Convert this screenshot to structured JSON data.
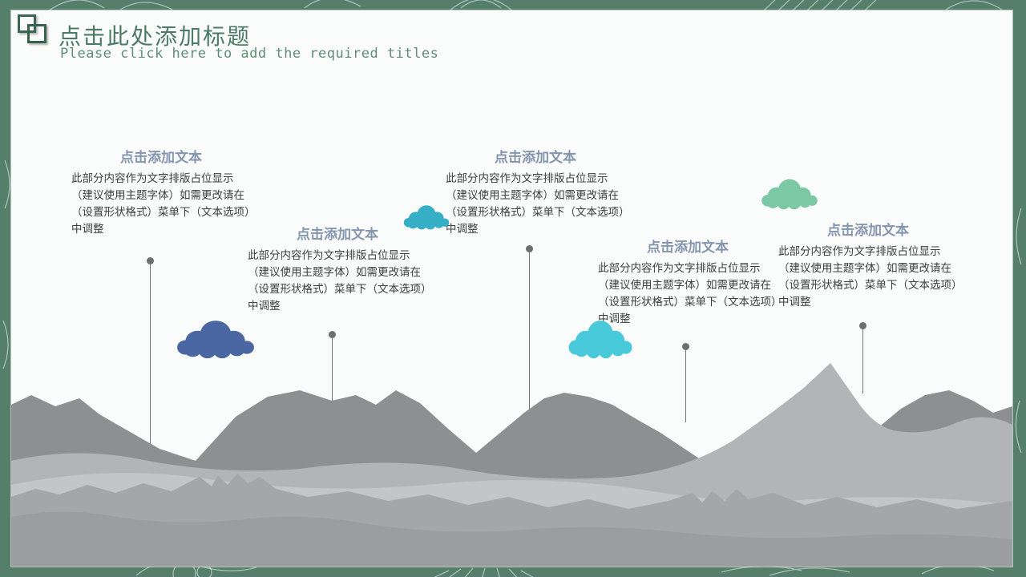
{
  "slide": {
    "title": "点击此处添加标题",
    "subtitle": "Please click here to add the required titles"
  },
  "blocks": [
    {
      "heading": "点击添加文本",
      "body": "此部分内容作为文字排版占位显示（建议使用主题字体）如需更改请在（设置形状格式）菜单下（文本选项）中调整"
    },
    {
      "heading": "点击添加文本",
      "body": "此部分内容作为文字排版占位显示（建议使用主题字体）如需更改请在（设置形状格式）菜单下（文本选项）中调整"
    },
    {
      "heading": "点击添加文本",
      "body": "此部分内容作为文字排版占位显示（建议使用主题字体）如需更改请在（设置形状格式）菜单下（文本选项）中调整"
    },
    {
      "heading": "点击添加文本",
      "body": "此部分内容作为文字排版占位显示（建议使用主题字体）如需更改请在（设置形状格式）菜单下（文本选项）中调整"
    },
    {
      "heading": "点击添加文本",
      "body": "此部分内容作为文字排版占位显示（建议使用主题字体）如需更改请在（设置形状格式）菜单下（文本选项）中调整"
    }
  ],
  "colors": {
    "border_green": "#557f6b",
    "title_green": "#4b7b64",
    "subtitle_green": "#5f8d77",
    "heading_blue": "#8495ae",
    "body_text": "#3e3e3e",
    "cloud_blue": "#4a67a3",
    "cloud_teal": "#35aec6",
    "cloud_turquoise": "#48cada",
    "cloud_green": "#7dc8a4"
  }
}
